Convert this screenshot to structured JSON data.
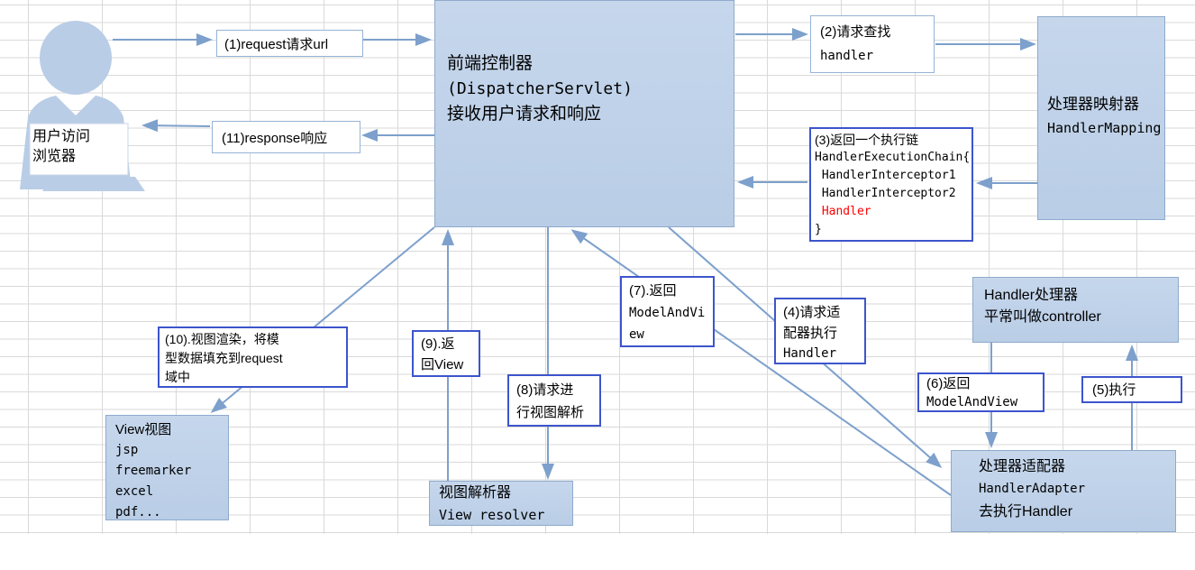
{
  "colors": {
    "node_fill": "#b9cde6",
    "node_fill_light": "#c6d7ec",
    "node_border": "#8eaacc",
    "tag_border_light": "#95b3d7",
    "tag_border_blue": "#3d55cc",
    "arrow": "#7da0cc",
    "red_text": "#ff0000",
    "grid_line": "#d9d9d9",
    "text": "#000000"
  },
  "user": {
    "label_line1": "用户访问",
    "label_line2": "浏览器"
  },
  "nodes": {
    "dispatcher": {
      "line1": "前端控制器",
      "line2": "(DispatcherServlet)",
      "line3": "接收用户请求和响应"
    },
    "handler_mapping": {
      "line1": "处理器映射器",
      "line2": "HandlerMapping"
    },
    "handler": {
      "line1": "Handler处理器",
      "line2": "平常叫做controller"
    },
    "handler_adapter": {
      "line1": "处理器适配器",
      "line2": "HandlerAdapter",
      "line3": "去执行Handler"
    },
    "view": {
      "line1": "View视图",
      "line2": "jsp",
      "line3": "freemarker",
      "line4": "excel",
      "line5": "pdf..."
    },
    "view_resolver": {
      "line1": "视图解析器",
      "line2": "View resolver"
    }
  },
  "steps": {
    "s1": {
      "line1": "(1)request请求url"
    },
    "s2": {
      "line1": "(2)请求查找",
      "line2": "handler"
    },
    "s3": {
      "line1": "(3)返回一个执行链",
      "line2": "HandlerExecutionChain{",
      "line3": " HandlerInterceptor1",
      "line4": " HandlerInterceptor2",
      "line5": " Handler",
      "line6": "}"
    },
    "s4": {
      "line1": "(4)请求适",
      "line2": "配器执行",
      "line3": "Handler"
    },
    "s5": {
      "line1": "(5)执行"
    },
    "s6": {
      "line1": "(6)返回",
      "line2": "ModelAndView"
    },
    "s7": {
      "line1": "(7).返回",
      "line2": "ModelAndVi",
      "line3": "ew"
    },
    "s8": {
      "line1": "(8)请求进",
      "line2": "行视图解析"
    },
    "s9": {
      "line1": "(9).返",
      "line2": "回View"
    },
    "s10": {
      "line1": "(10).视图渲染，将模",
      "line2": "型数据填充到request",
      "line3": "域中"
    },
    "s11": {
      "line1": "(11)response响应"
    }
  }
}
